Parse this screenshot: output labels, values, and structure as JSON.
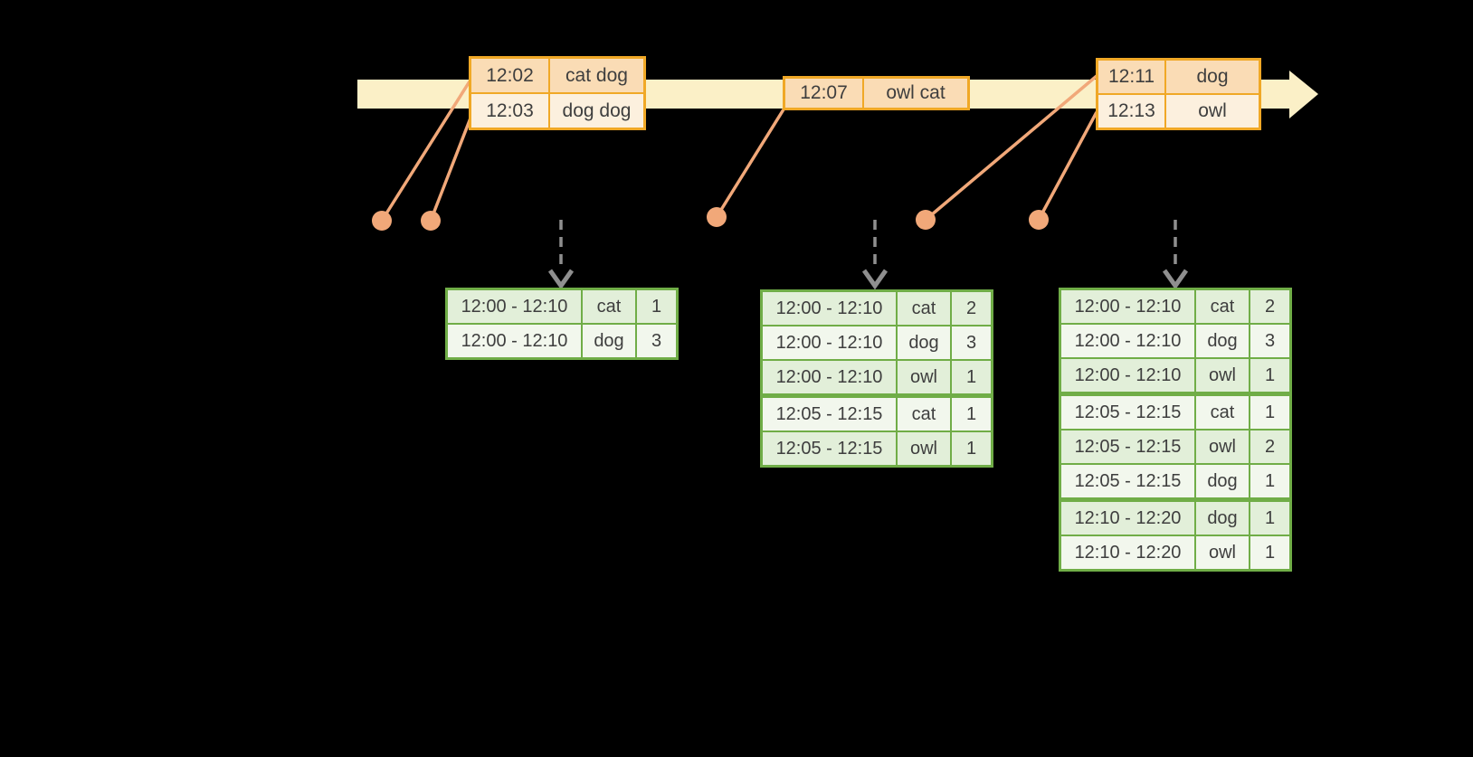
{
  "colors": {
    "background": "#000000",
    "timeline_fill": "#FBF0C7",
    "event_border": "#F0A826",
    "event_row_dark": "#FADCB5",
    "event_row_light": "#FCF0DE",
    "connector": "#F1A879",
    "result_border": "#70AD47",
    "result_row_green": "#E2EFD9",
    "result_row_white": "#F2F7ED",
    "arrow_gray": "#8F8F8F",
    "text": "#3E3E3E"
  },
  "event_stream": {
    "tables": [
      {
        "name": "events-at-12-02",
        "rows": [
          {
            "time": "12:02",
            "words": "cat dog"
          },
          {
            "time": "12:03",
            "words": "dog dog"
          }
        ]
      },
      {
        "name": "events-at-12-07",
        "rows": [
          {
            "time": "12:07",
            "words": "owl cat"
          }
        ]
      },
      {
        "name": "events-at-12-11",
        "rows": [
          {
            "time": "12:11",
            "words": "dog"
          },
          {
            "time": "12:13",
            "words": "owl"
          }
        ]
      }
    ]
  },
  "result_tables": [
    {
      "name": "result-table-1",
      "rows": [
        {
          "window": "12:00 - 12:10",
          "word": "cat",
          "count": "1"
        },
        {
          "window": "12:00 - 12:10",
          "word": "dog",
          "count": "3"
        }
      ]
    },
    {
      "name": "result-table-2",
      "rows": [
        {
          "window": "12:00 - 12:10",
          "word": "cat",
          "count": "2"
        },
        {
          "window": "12:00 - 12:10",
          "word": "dog",
          "count": "3"
        },
        {
          "window": "12:00 - 12:10",
          "word": "owl",
          "count": "1"
        },
        {
          "window": "12:05 - 12:15",
          "word": "cat",
          "count": "1"
        },
        {
          "window": "12:05 - 12:15",
          "word": "owl",
          "count": "1"
        }
      ]
    },
    {
      "name": "result-table-3",
      "rows": [
        {
          "window": "12:00 - 12:10",
          "word": "cat",
          "count": "2"
        },
        {
          "window": "12:00 - 12:10",
          "word": "dog",
          "count": "3"
        },
        {
          "window": "12:00 - 12:10",
          "word": "owl",
          "count": "1"
        },
        {
          "window": "12:05 - 12:15",
          "word": "cat",
          "count": "1"
        },
        {
          "window": "12:05 - 12:15",
          "word": "owl",
          "count": "2"
        },
        {
          "window": "12:05 - 12:15",
          "word": "dog",
          "count": "1"
        },
        {
          "window": "12:10 - 12:20",
          "word": "dog",
          "count": "1"
        },
        {
          "window": "12:10 - 12:20",
          "word": "owl",
          "count": "1"
        }
      ]
    }
  ]
}
